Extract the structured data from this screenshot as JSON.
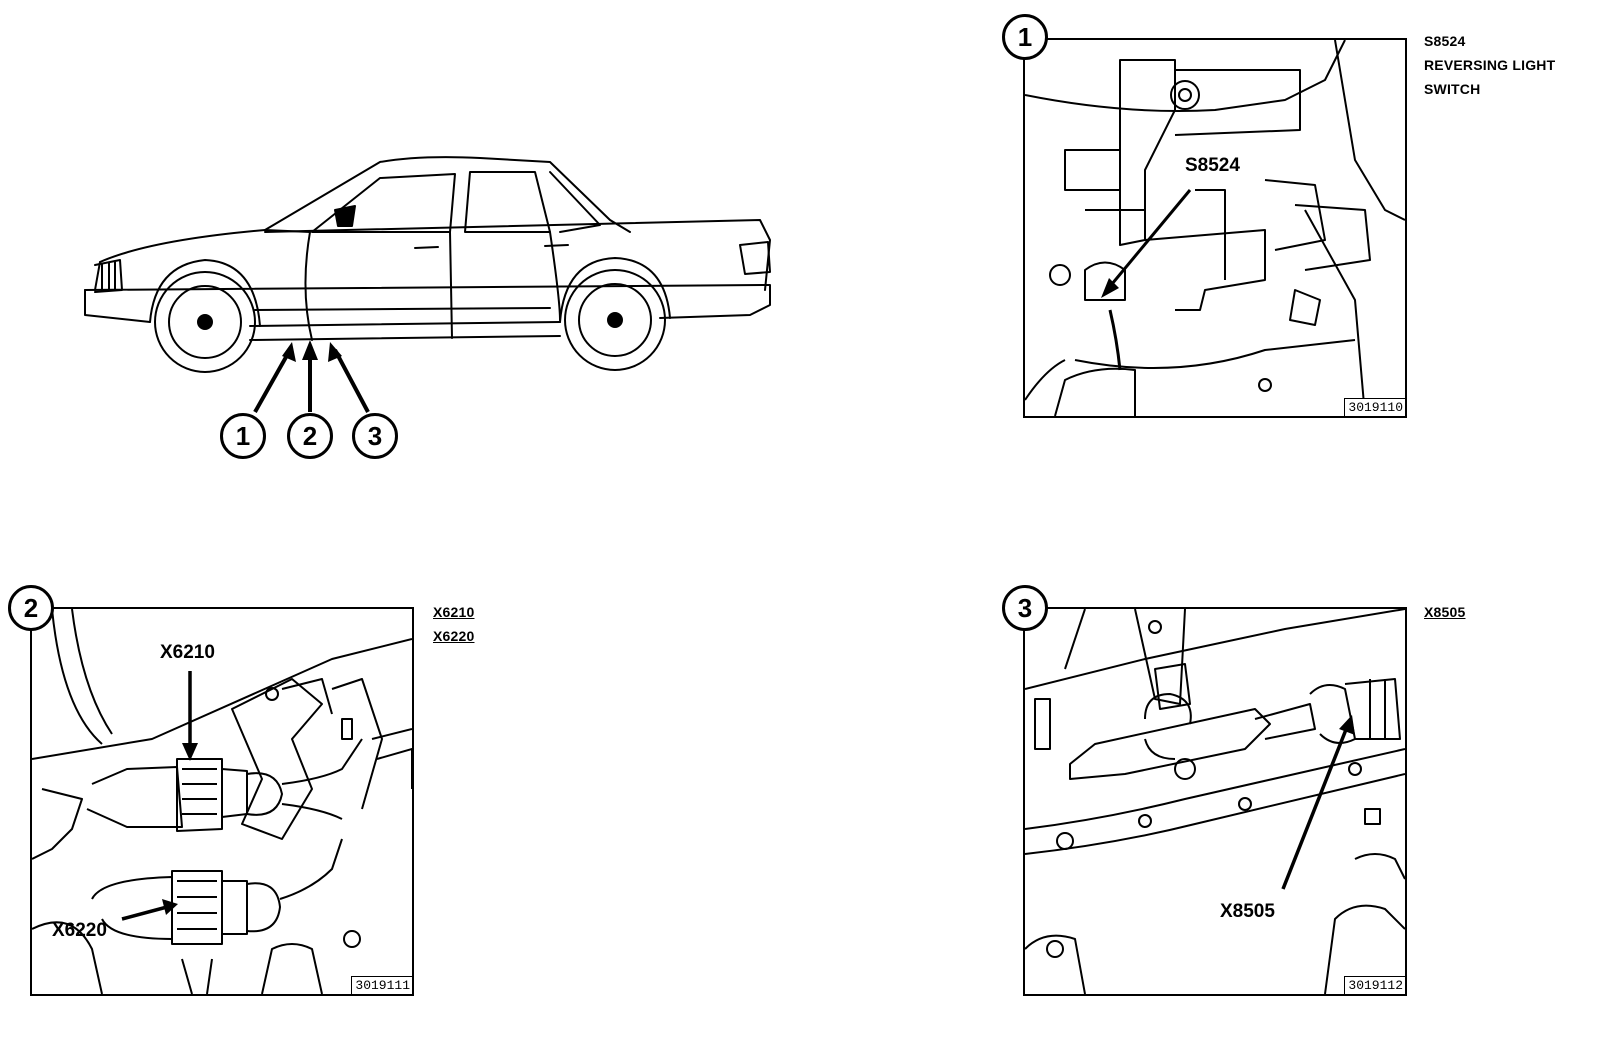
{
  "car_view": {
    "markers": [
      "1",
      "2",
      "3"
    ]
  },
  "panels": [
    {
      "number": "1",
      "callouts": [
        "S8524"
      ],
      "code": "3019110",
      "side_label": {
        "lines": [
          "S8524",
          "REVERSING LIGHT",
          "SWITCH"
        ]
      }
    },
    {
      "number": "2",
      "callouts": [
        "X6210",
        "X6220"
      ],
      "code": "3019111",
      "side_label": {
        "lines": [
          "X6210",
          "X6220"
        ]
      }
    },
    {
      "number": "3",
      "callouts": [
        "X8505"
      ],
      "code": "3019112",
      "side_label": {
        "lines": [
          "X8505"
        ]
      }
    }
  ]
}
